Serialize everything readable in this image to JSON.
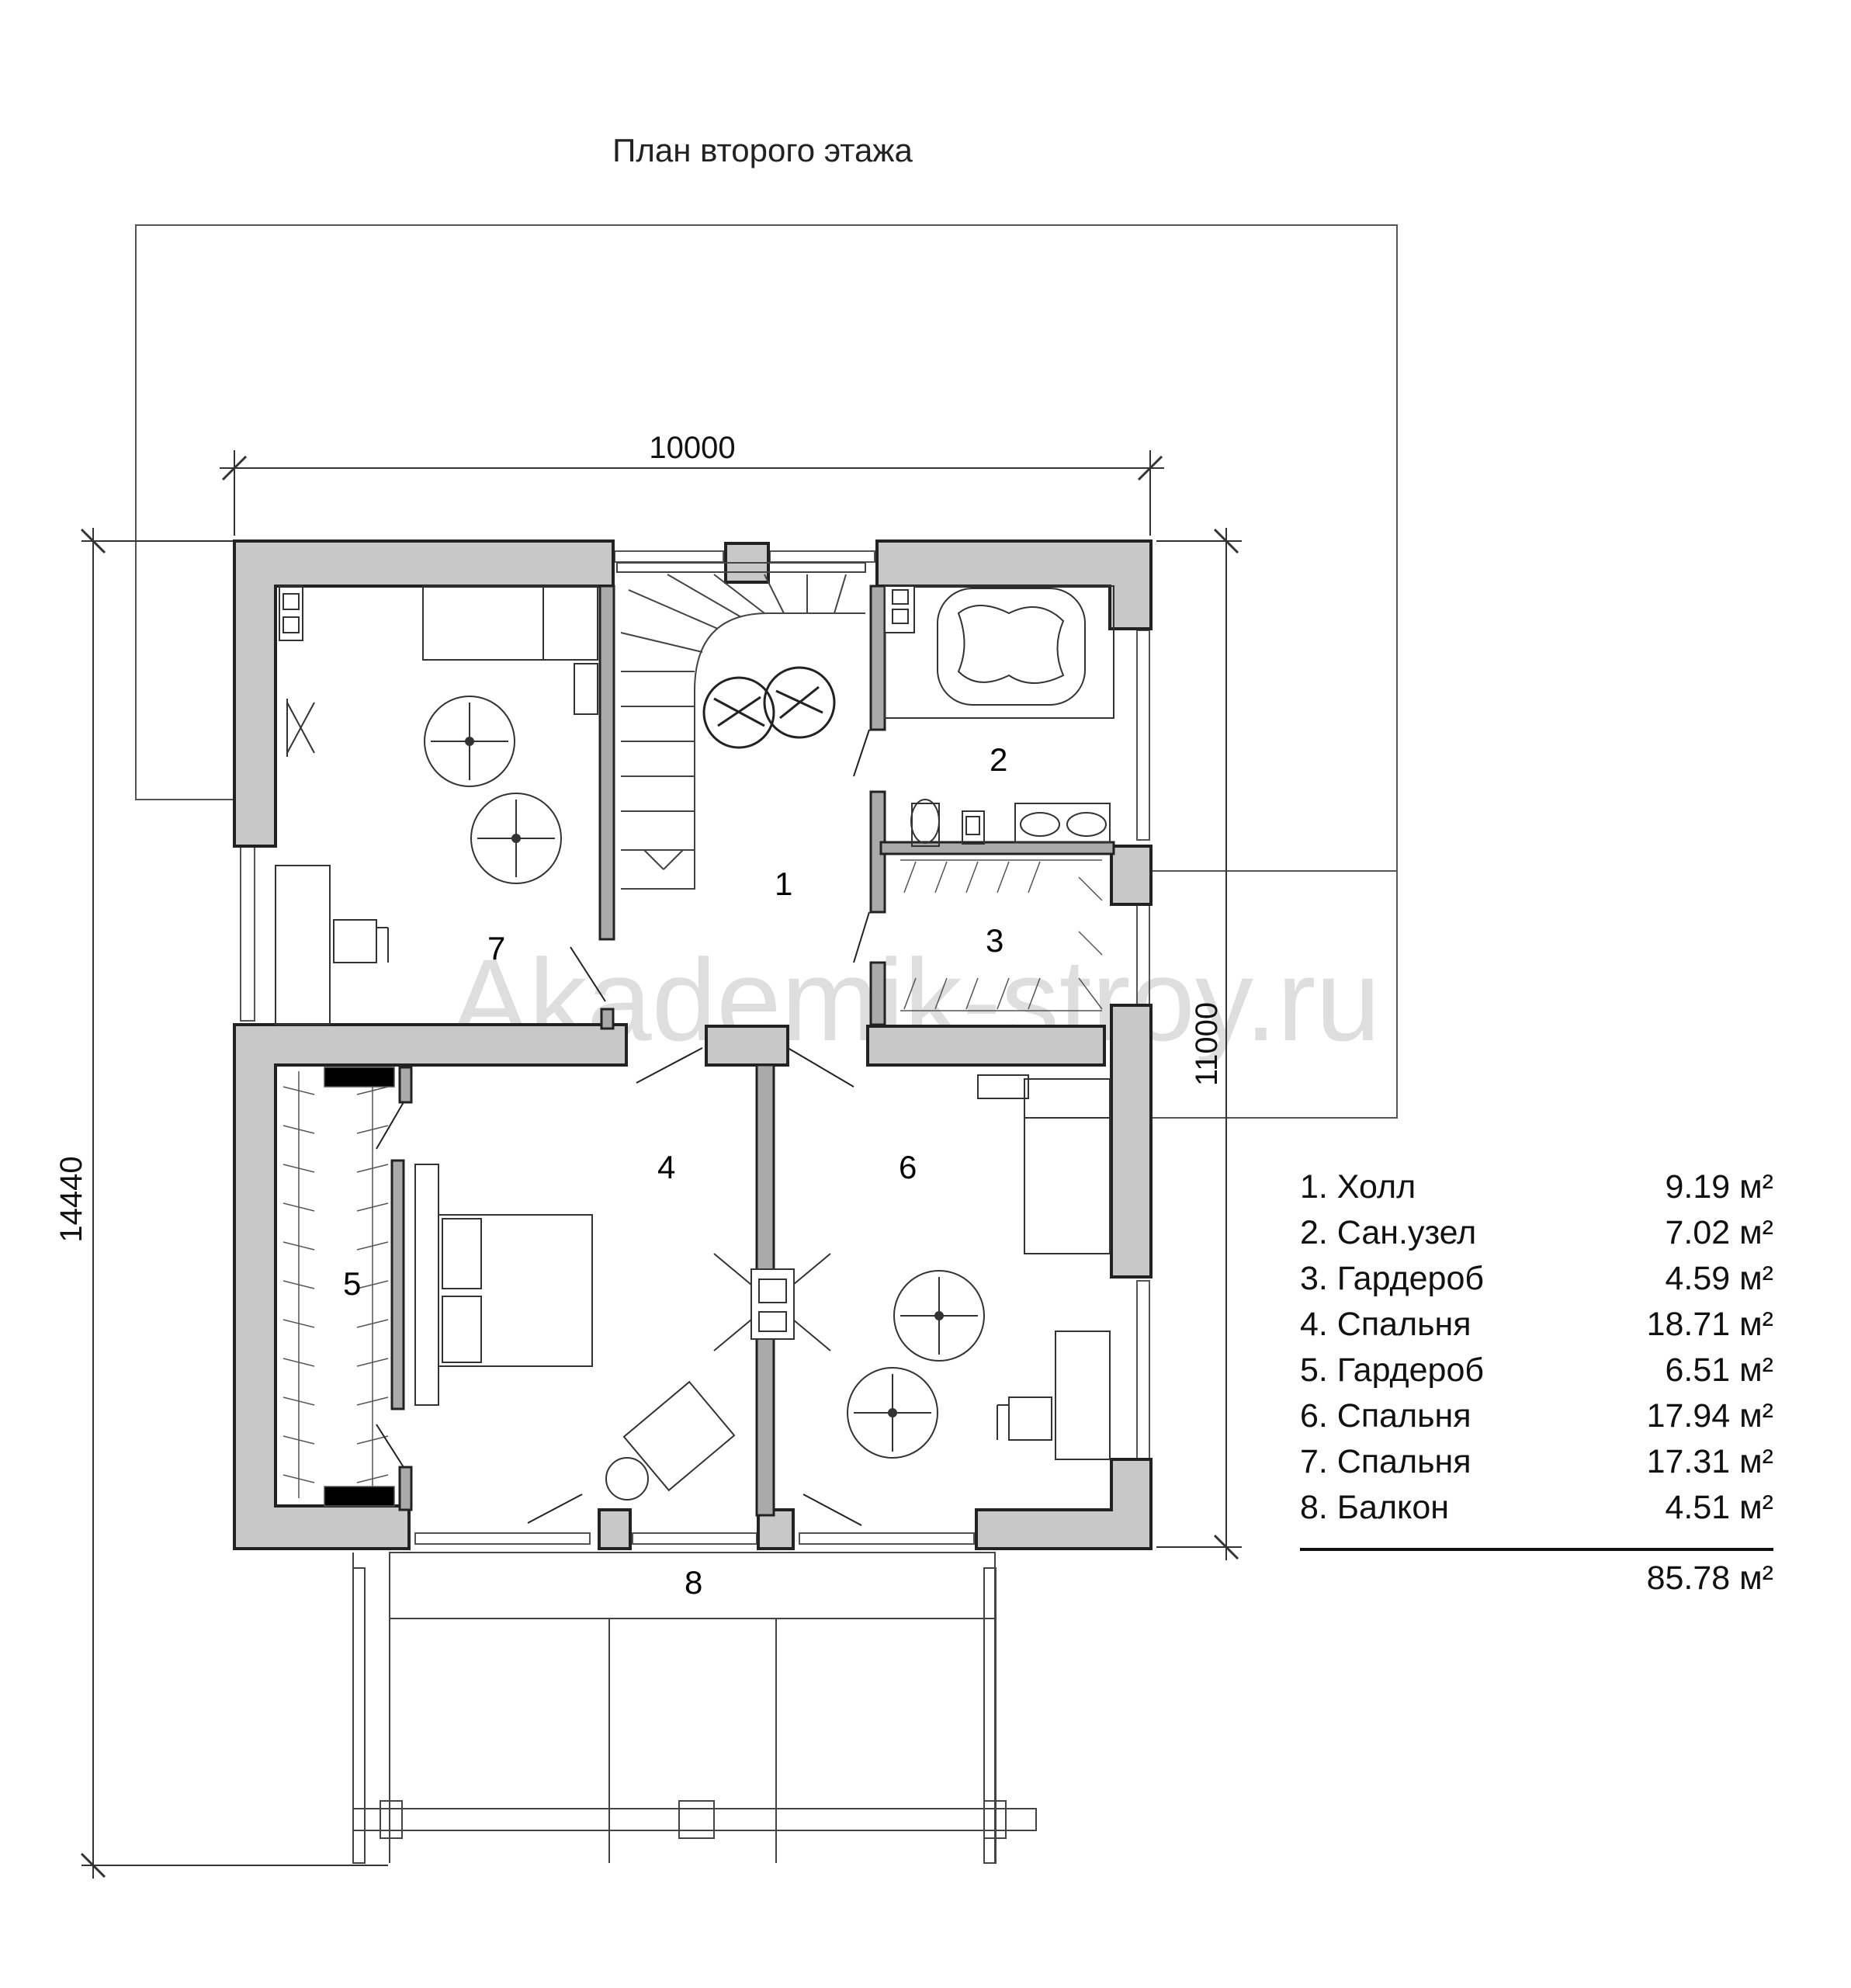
{
  "title": "План второго этажа",
  "watermark": "Akademik-stroy.ru",
  "dimensions": {
    "top_width": "10000",
    "right_height": "11000",
    "left_height": "14440"
  },
  "rooms": [
    {
      "number": "1",
      "name": "Холл",
      "area": "9.19 м²"
    },
    {
      "number": "2",
      "name": "Сан.узел",
      "area": "7.02 м²"
    },
    {
      "number": "3",
      "name": "Гардероб",
      "area": "4.59 м²"
    },
    {
      "number": "4",
      "name": "Спальня",
      "area": "18.71 м²"
    },
    {
      "number": "5",
      "name": "Гардероб",
      "area": "6.51 м²"
    },
    {
      "number": "6",
      "name": "Спальня",
      "area": "17.94 м²"
    },
    {
      "number": "7",
      "name": "Спальня",
      "area": "17.31 м²"
    },
    {
      "number": "8",
      "name": "Балкон",
      "area": "4.51 м²"
    }
  ],
  "legend": {
    "items": [
      {
        "label": "1. Холл",
        "area": "9.19 м²"
      },
      {
        "label": "2. Сан.узел",
        "area": "7.02 м²"
      },
      {
        "label": "3. Гардероб",
        "area": "4.59 м²"
      },
      {
        "label": "4. Спальня",
        "area": "18.71 м²"
      },
      {
        "label": "5. Гардероб",
        "area": "6.51 м²"
      },
      {
        "label": "6. Спальня",
        "area": "17.94 м²"
      },
      {
        "label": "7. Спальня",
        "area": "17.31 м²"
      },
      {
        "label": "8. Балкон",
        "area": "4.51 м²"
      }
    ],
    "total": "85.78 м²"
  },
  "colors": {
    "wall_fill": "#c8c8c8",
    "wall_stroke": "#222222",
    "line": "#333333",
    "watermark": "#d9d9d9"
  }
}
